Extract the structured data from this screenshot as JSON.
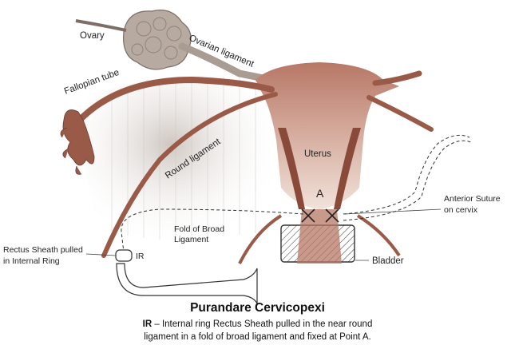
{
  "labels": {
    "ovary": "Ovary",
    "ovarian_ligament": "Ovarian ligament",
    "fallopian_tube": "Fallopian tube",
    "round_ligament": "Round ligament",
    "uterus": "Uterus",
    "point_a": "A",
    "anterior_suture_line1": "Anterior Suture",
    "anterior_suture_line2": "on cervix",
    "fold_line1": "Fold of Broad",
    "fold_line2": "Ligament",
    "ir": "IR",
    "rectus_line1": "Rectus Sheath pulled",
    "rectus_line2": "in Internal Ring",
    "bladder": "Bladder"
  },
  "caption": {
    "title": "Purandare Cervicopexi",
    "abbr": "IR",
    "line1_rest": " – Internal ring Rectus Sheath pulled in the near round",
    "line2": "ligament in a fold of broad ligament and fixed at Point A."
  },
  "colors": {
    "tissue_dark": "#9a5a48",
    "tissue_mid": "#c08a77",
    "tissue_light": "#ead3c8",
    "ovary": "#b7aaa1",
    "shadow": "#d9d2cc"
  }
}
